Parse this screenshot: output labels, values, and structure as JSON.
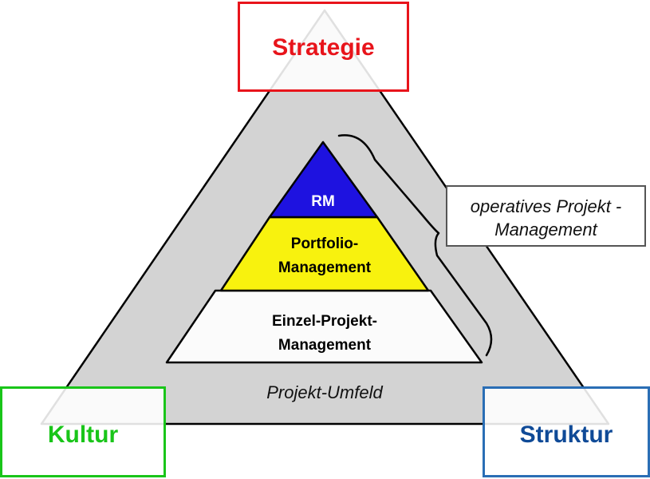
{
  "corners": {
    "top": {
      "label": "Strategie",
      "color": "#e8141b"
    },
    "bottom_left": {
      "label": "Kultur",
      "color": "#19c519"
    },
    "bottom_right": {
      "label": "Struktur",
      "color": "#0f4a97"
    }
  },
  "environment": {
    "label": "Projekt-Umfeld",
    "color": "#d3d3d3"
  },
  "pyramid": {
    "top": {
      "label": "RM",
      "color": "#1e12e0"
    },
    "middle": {
      "line1": "Portfolio-",
      "line2": "Management",
      "color": "#f8f20e"
    },
    "bottom": {
      "line1": "Einzel-Projekt-",
      "line2": "Management",
      "color": "#fbfbfb"
    }
  },
  "callout": {
    "text": "operatives Projekt -\nManagement"
  }
}
